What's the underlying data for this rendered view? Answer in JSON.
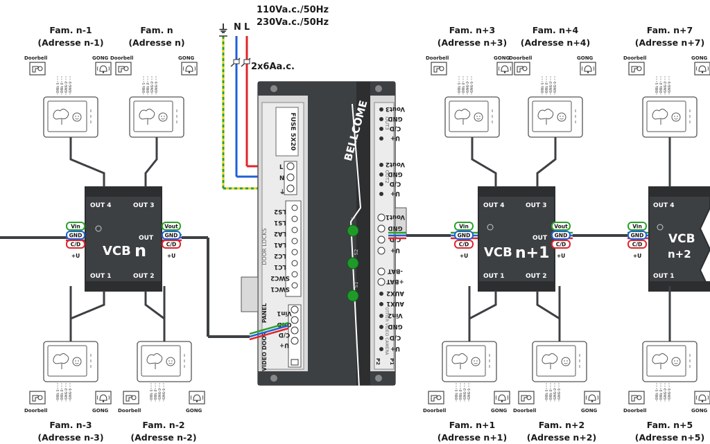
{
  "supply": {
    "voltage1": "110Va.c./50Hz",
    "voltage2": "230Va.c./50Hz",
    "ground": "⏚",
    "n": "N",
    "l": "L",
    "breaker": "2x6Aa.c."
  },
  "families": {
    "top_left_1": {
      "name": "Fam. n-1",
      "addr": "(Adresse n-1)"
    },
    "top_left_2": {
      "name": "Fam. n",
      "addr": "(Adresse n)"
    },
    "top_right_1": {
      "name": "Fam. n+3",
      "addr": "(Adresse n+3)"
    },
    "top_right_2": {
      "name": "Fam. n+4",
      "addr": "(Adresse n+4)"
    },
    "top_far": {
      "name": "Fam. n+7",
      "addr": "(Adresse n+7)"
    },
    "bot_left_1": {
      "name": "Fam. n-3",
      "addr": "(Adresse n-3)"
    },
    "bot_left_2": {
      "name": "Fam. n-2",
      "addr": "(Adresse n-2)"
    },
    "bot_right_1": {
      "name": "Fam. n+1",
      "addr": "(Adresse n+1)"
    },
    "bot_right_2": {
      "name": "Fam. n+2",
      "addr": "(Adresse n+2)"
    },
    "bot_far": {
      "name": "Fam. n+5",
      "addr": "(Adresse n+5)"
    }
  },
  "labels": {
    "doorbell": "Doorbell",
    "gong": "GONG",
    "dbl1": "DBL 1",
    "dbl2": "DBL 2",
    "gng2": "GNG 2",
    "gng1": "GNG 1"
  },
  "vcb": {
    "left_title": "VCB",
    "left_suffix": "n",
    "mid_title": "VCB",
    "mid_suffix": "n+1",
    "right_title": "VCB",
    "right_suffix": "n+2",
    "out1": "OUT 1",
    "out2": "OUT 2",
    "out3": "OUT 3",
    "out4": "OUT 4",
    "out": "OUT",
    "vin": "Vin",
    "vout": "Vout",
    "gnd": "GND",
    "cd": "C/D",
    "plus_u": "+U"
  },
  "psu": {
    "brand": "BELLCOME",
    "fuse": "FUSE 5X20",
    "out3": "OUT3",
    "out2": "OUT2",
    "vout3": "Vout3",
    "vout2": "Vout2",
    "vout1": "Vout1",
    "gnd": "GND",
    "cd": "C/D",
    "u_plus": "U+",
    "door_locks": "DOOR LOCKS",
    "locks": [
      "LS2",
      "LS1",
      "LA2",
      "LA1",
      "LC2",
      "LC1",
      "SWC2",
      "SWC1"
    ],
    "panel": "PANEL",
    "door": "DOOR",
    "video": "VIDEO",
    "vin1": "Vin1",
    "bat_minus": "-BAT",
    "bat_plus": "+BAT",
    "aux2": "AUX2",
    "aux1": "AUX1",
    "vin2": "Vin2",
    "other_camera": "OTHER VIDEO CAMERA",
    "s2": "S2",
    "s1": "S1",
    "tilde": "~",
    "p1": "P1",
    "p2": "P2"
  },
  "colors": {
    "red": "#e0242a",
    "blue": "#1f5fd6",
    "green": "#2aa12a",
    "yellow": "#e3d21a",
    "module": "#3d4043",
    "module_dark": "#2c2e30",
    "psu_body": "#d9d9d9",
    "led": "#1f9a2a"
  }
}
